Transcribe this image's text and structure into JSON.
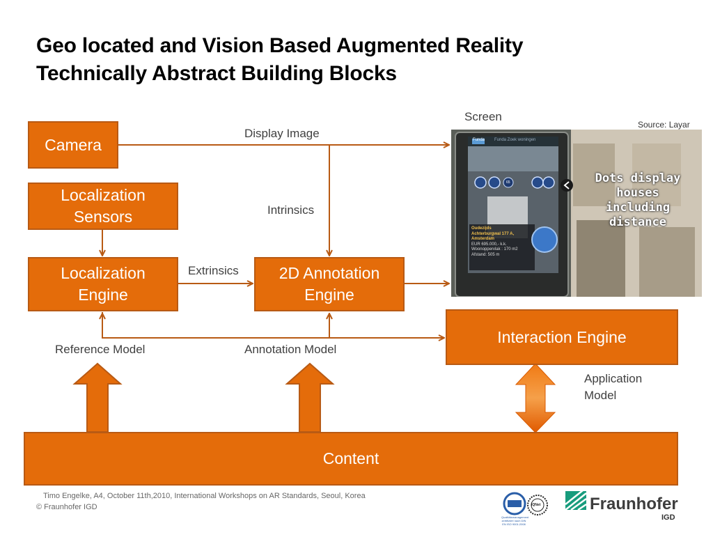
{
  "slide": {
    "title_line1": "Geo located and Vision Based Augmented Reality",
    "title_line2": "Technically Abstract Building Blocks"
  },
  "boxes": {
    "camera": "Camera",
    "localization_sensors": "Localization\nSensors",
    "localization_engine": "Localization\nEngine",
    "annotation_engine": "2D Annotation\nEngine",
    "interaction_engine": "Interaction Engine",
    "content": "Content"
  },
  "labels": {
    "display_image": "Display Image",
    "intrinsics": "Intrinsics",
    "extrinsics": "Extrinsics",
    "reference_model": "Reference Model",
    "annotation_model": "Annotation Model",
    "application_model": "Application\nModel",
    "screen": "Screen",
    "source": "Source: Layar"
  },
  "screenshot": {
    "app_name": "Funda",
    "search_text": "Funda Zoek woningen",
    "overlay_line1": "Dots display houses",
    "overlay_line2": "including distance",
    "marker_distance": "65",
    "listing_name": "Oudezijds",
    "listing_address": "Achterburgwal 177 A,",
    "listing_city": "Amsterdam",
    "listing_price": "EUR 695.000,- k.k.",
    "listing_area": "Woonoppervlak : 170 m2",
    "listing_distance": "Afstand: 505 m"
  },
  "footer": {
    "citation": "Timo Engelke, A4, October 11th,2010, International Workshops on AR Standards, Seoul, Korea",
    "copyright": "© Fraunhofer IGD",
    "logo_name": "Fraunhofer",
    "logo_sub": "IGD",
    "badge_text": "Qualitätsmanagement zertifiziert nach DIN EN ISO 9001:2008",
    "badge2_text": "IQNet"
  },
  "colors": {
    "box_fill": "#e46c0a",
    "box_border": "#b85a14",
    "arrow": "#b85a14",
    "fraunhofer_green": "#179c7d"
  }
}
